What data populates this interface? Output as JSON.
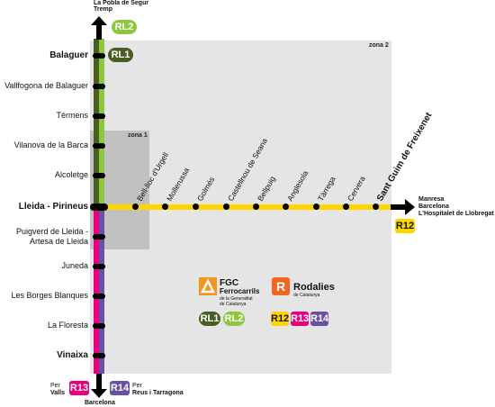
{
  "zones": {
    "zone2": "zona 2",
    "zone1": "zona 1"
  },
  "destinations": {
    "north": [
      "La Pobla de Segur",
      "Tremp"
    ],
    "east": [
      "Manresa",
      "Barcelona",
      "L'Hospitalet de Llobregat"
    ],
    "south": "Barcelona",
    "south_r13": [
      "Per",
      "Valls"
    ],
    "south_r14": [
      "Per",
      "Reus i Tarragona"
    ]
  },
  "lines": {
    "rl1": {
      "label": "RL1",
      "color": "#4a5d23"
    },
    "rl2": {
      "label": "RL2",
      "color": "#8dc63f"
    },
    "r12": {
      "label": "R12",
      "color": "#ffd500"
    },
    "r13": {
      "label": "R13",
      "color": "#e6007e"
    },
    "r14": {
      "label": "R14",
      "color": "#6a4fa3"
    }
  },
  "stations_vertical": [
    {
      "name": "Balaguer",
      "bold": true
    },
    {
      "name": "Vallfogona de Balaguer",
      "bold": false
    },
    {
      "name": "Térmens",
      "bold": false
    },
    {
      "name": "Vilanova de la Barca",
      "bold": false
    },
    {
      "name": "Alcoletge",
      "bold": false
    },
    {
      "name": "Lleida - Pirineus",
      "bold": true
    },
    {
      "name": "Puigverd de Lleida -",
      "name2": "Artesa de Lleida",
      "bold": false
    },
    {
      "name": "Juneda",
      "bold": false
    },
    {
      "name": "Les Borges Blanques",
      "bold": false
    },
    {
      "name": "La Floresta",
      "bold": false
    },
    {
      "name": "Vinaixa",
      "bold": true
    }
  ],
  "stations_horizontal": [
    "Bell-lloc d'Urgell",
    "Mollerussa",
    "Golmés",
    "Castellnou de Seana",
    "Bellpuig",
    "Anglesola",
    "Tàrrega",
    "Cervera",
    "Sant Guim de Freixenet"
  ],
  "legend": {
    "fgc_logo": "FGC",
    "fgc_name": "Ferrocarrils",
    "fgc_sub": [
      "de la Generalitat",
      "de Catalunya"
    ],
    "rodalies_logo": "R",
    "rodalies_name": "Rodalies",
    "rodalies_sub": "de Catalunya"
  }
}
